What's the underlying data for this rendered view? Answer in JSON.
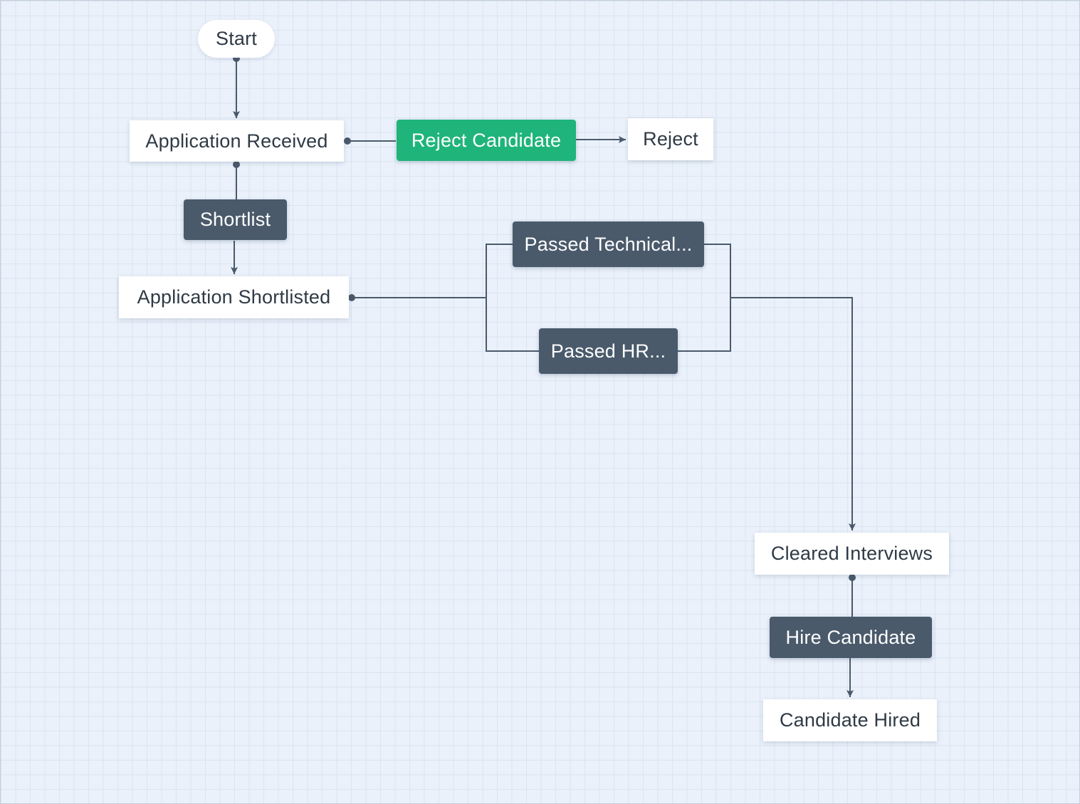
{
  "workflow": {
    "start": "Start",
    "states": {
      "application_received": "Application Received",
      "reject": "Reject",
      "application_shortlisted": "Application Shortlisted",
      "cleared_interviews": "Cleared Interviews",
      "candidate_hired": "Candidate Hired"
    },
    "actions": {
      "reject_candidate": "Reject Candidate",
      "shortlist": "Shortlist",
      "passed_technical": "Passed Technical...",
      "passed_hr": "Passed HR...",
      "hire_candidate": "Hire Candidate"
    }
  },
  "colors": {
    "canvas": "#eaf1fb",
    "connector": "#4a5a6b",
    "action": "#4a5a6b",
    "primary_action": "#1fb47a",
    "state": "#ffffff"
  }
}
